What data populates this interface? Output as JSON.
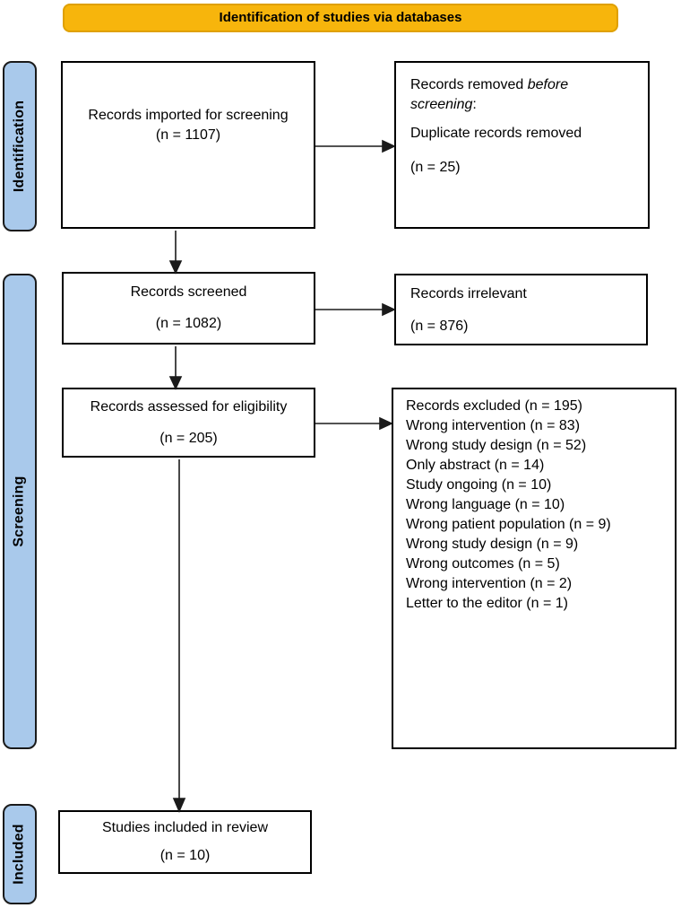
{
  "banner": {
    "label": "Identification of studies via databases"
  },
  "stages": {
    "identification": "Identification",
    "screening": "Screening",
    "included": "Included"
  },
  "boxes": {
    "imported": {
      "title": "Records imported for screening",
      "count": "(n = 1107)"
    },
    "removed": {
      "prefix": "Records removed ",
      "italic": "before screening",
      "suffix": ":",
      "item": "Duplicate records removed",
      "count": "(n = 25)"
    },
    "screened": {
      "title": "Records screened",
      "count": "(n = 1082)"
    },
    "irrelevant": {
      "title": "Records irrelevant",
      "count": "(n = 876)"
    },
    "assessed": {
      "title": "Records assessed for eligibility",
      "count": "(n = 205)"
    },
    "excluded": {
      "title": "Records excluded (n = 195)",
      "items": [
        "Wrong intervention (n = 83)",
        "Wrong study design (n = 52)",
        "Only abstract (n = 14)",
        "Study ongoing (n = 10)",
        "Wrong language (n = 10)",
        "Wrong patient population (n = 9)",
        "Wrong study design (n = 9)",
        "Wrong outcomes (n = 5)",
        "Wrong intervention (n = 2)",
        "Letter to the editor (n = 1)"
      ]
    },
    "included_studies": {
      "title": "Studies included in review",
      "count": "(n = 10)"
    }
  },
  "colors": {
    "banner_bg": "#F7B50C",
    "banner_border": "#DFA000",
    "stage_bg": "#A9C9EB",
    "box_border": "#000000",
    "arrow": "#1a1a1a"
  }
}
